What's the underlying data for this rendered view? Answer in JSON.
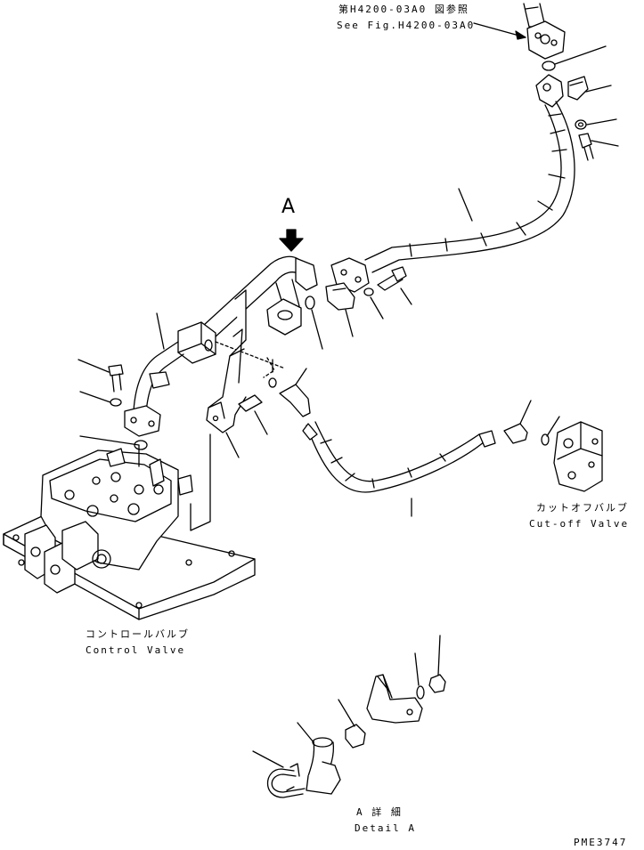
{
  "references": {
    "jp": "第H4200-03A0 図参照",
    "en": "See Fig.H4200-03A0"
  },
  "view_marker": "A",
  "cutoff_valve": {
    "jp": "カットオフバルブ",
    "en": "Cut-off Valve"
  },
  "control_valve": {
    "jp": "コントロールバルブ",
    "en": "Control Valve"
  },
  "detail": {
    "jp": "A 詳 細",
    "en": "Detail A"
  },
  "drawing_no": "PME3747"
}
